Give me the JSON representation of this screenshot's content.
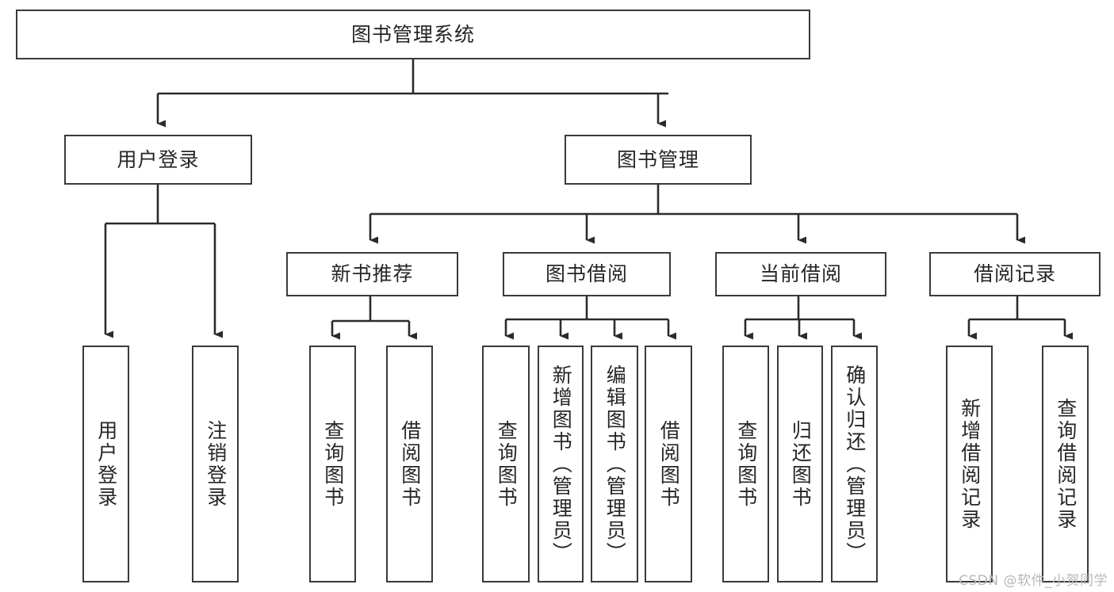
{
  "diagram": {
    "title": "图书管理系统",
    "watermark": "CSDN @软件_小贺同学",
    "colors": {
      "background": "#ffffff",
      "border": "#3a3a3a",
      "edge": "#2b2b2b",
      "text": "#262626",
      "watermark": "#b8b8b8"
    },
    "root": {
      "label": "图书管理系统"
    },
    "level2": [
      {
        "label": "用户登录"
      },
      {
        "label": "图书管理"
      }
    ],
    "level3": [
      {
        "label": "新书推荐"
      },
      {
        "label": "图书借阅"
      },
      {
        "label": "当前借阅"
      },
      {
        "label": "借阅记录"
      }
    ],
    "leaves": {
      "user_login": [
        {
          "label": "用户登录"
        },
        {
          "label": "注销登录"
        }
      ],
      "new_book_recommend": [
        {
          "label": "查询图书"
        },
        {
          "label": "借阅图书"
        }
      ],
      "book_borrow": [
        {
          "label": "查询图书"
        },
        {
          "label": "新增图书（管理员）"
        },
        {
          "label": "编辑图书（管理员）"
        },
        {
          "label": "借阅图书"
        }
      ],
      "current_borrow": [
        {
          "label": "查询图书"
        },
        {
          "label": "归还图书"
        },
        {
          "label": "确认归还（管理员）"
        }
      ],
      "borrow_record": [
        {
          "label": "新增借阅记录"
        },
        {
          "label": "查询借阅记录"
        }
      ]
    }
  }
}
